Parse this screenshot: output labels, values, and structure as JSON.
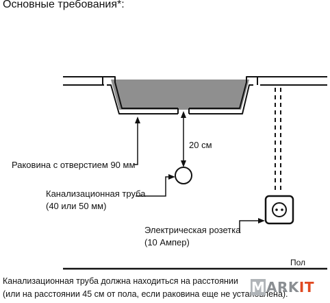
{
  "title": "Основные требования*:",
  "labels": {
    "distance": "20 см",
    "sink": "Раковина с отверстием 90 мм",
    "pipe_line1": "Канализационная труба",
    "pipe_line2": "(40 или 50 мм)",
    "socket_line1": "Электрическая розетка",
    "socket_line2": "(10 Ампер)",
    "floor": "Пол"
  },
  "note": {
    "line1": "Канализационная труба должна находиться на расстоянии",
    "line2": "(или на расстоянии 45 см от пола, если раковина еще не установлена)."
  },
  "watermark": {
    "first_letter": "M",
    "rest_plain": "ARK",
    "rest_accent": "IT"
  },
  "colors": {
    "ink": "#111111",
    "basin_fill": "#8f8f8f",
    "logo_gray": "#8a8e92",
    "logo_box": "#b0b4b8",
    "logo_accent": "#e04a22"
  }
}
